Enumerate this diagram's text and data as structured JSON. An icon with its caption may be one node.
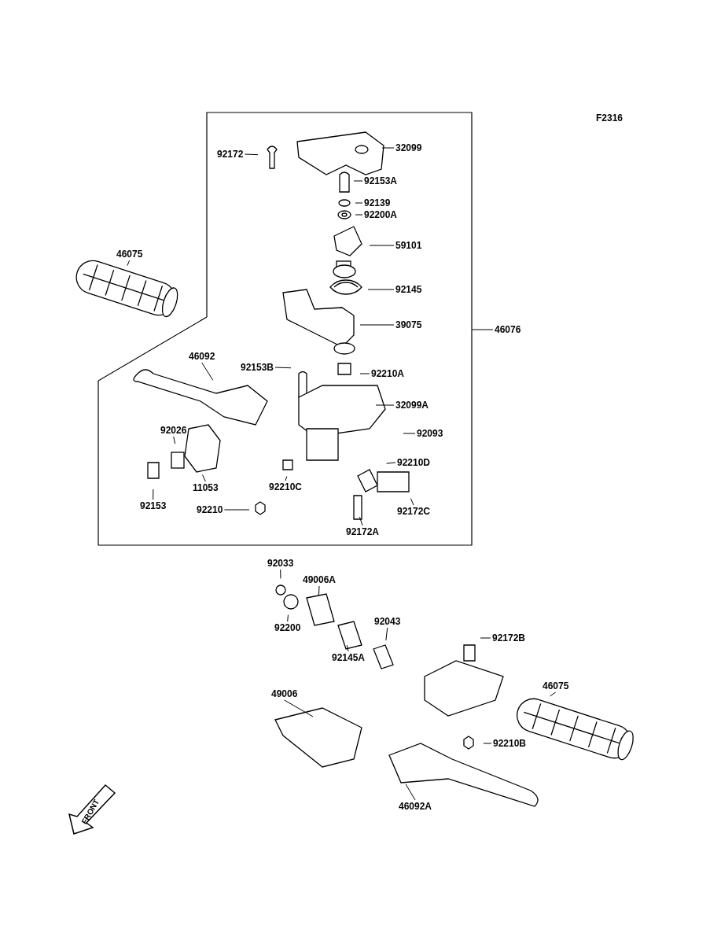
{
  "diagram": {
    "nodes": [
      {
        "text": [],
        "shape": "box"
      },
      {
        "text": [
          "92172"
        ],
        "in": 0
      },
      {
        "text": [
          "32099"
        ],
        "in": 0
      },
      {
        "text": [
          "92153A"
        ],
        "in": 0
      },
      {
        "text": [
          "92139"
        ],
        "in": 0
      },
      {
        "text": [
          "92200A"
        ],
        "in": 0
      },
      {
        "text": [
          "59101"
        ],
        "in": 0
      },
      {
        "text": [
          "92145"
        ],
        "in": 0
      },
      {
        "text": [
          "39075"
        ],
        "in": 0
      },
      {
        "text": [
          "46076"
        ]
      },
      {
        "text": [
          "46075"
        ]
      },
      {
        "text": [
          "46092"
        ],
        "in": 0
      },
      {
        "text": [
          "92153B"
        ],
        "in": 0
      },
      {
        "text": [
          "92210A"
        ],
        "in": 0
      },
      {
        "text": [
          "32099A"
        ],
        "in": 0
      },
      {
        "text": [
          "92026"
        ],
        "in": 0
      },
      {
        "text": [
          "92093"
        ],
        "in": 0
      },
      {
        "text": [
          "92210D"
        ],
        "in": 0
      },
      {
        "text": [
          "11053"
        ],
        "in": 0
      },
      {
        "text": [
          "92210C"
        ],
        "in": 0
      },
      {
        "text": [
          "92153"
        ],
        "in": 0
      },
      {
        "text": [
          "92210"
        ],
        "in": 0
      },
      {
        "text": [
          "92172C"
        ],
        "in": 0
      },
      {
        "text": [
          "92172A"
        ],
        "in": 0
      },
      {
        "text": [
          "92033"
        ]
      },
      {
        "text": [
          "49006A"
        ]
      },
      {
        "text": [
          "92200"
        ]
      },
      {
        "text": [
          "92043"
        ]
      },
      {
        "text": [
          "92145A"
        ]
      },
      {
        "text": [
          "92172B"
        ]
      },
      {
        "text": [
          "49006"
        ]
      },
      {
        "text": [
          "46075"
        ]
      },
      {
        "text": [
          "92210B"
        ]
      },
      {
        "text": [
          "46092A"
        ]
      }
    ],
    "edges": [
      {
        "from": 1,
        "to": null,
        "arrow": "none"
      },
      {
        "from": 2,
        "to": null,
        "arrow": "none"
      },
      {
        "from": 3,
        "to": null,
        "arrow": "none"
      },
      {
        "from": 4,
        "to": null,
        "arrow": "none"
      },
      {
        "from": 5,
        "to": null,
        "arrow": "none"
      },
      {
        "from": 6,
        "to": null,
        "arrow": "none"
      },
      {
        "from": 7,
        "to": null,
        "arrow": "none"
      },
      {
        "from": 8,
        "to": null,
        "arrow": "none"
      },
      {
        "from": 9,
        "to": 0,
        "arrow": "none"
      },
      {
        "from": 10,
        "to": null,
        "arrow": "none"
      },
      {
        "from": 11,
        "to": null,
        "arrow": "none"
      },
      {
        "from": 12,
        "to": null,
        "arrow": "none"
      },
      {
        "from": 13,
        "to": null,
        "arrow": "none"
      },
      {
        "from": 14,
        "to": null,
        "arrow": "none"
      },
      {
        "from": 15,
        "to": null,
        "arrow": "none"
      },
      {
        "from": 16,
        "to": null,
        "arrow": "none"
      },
      {
        "from": 17,
        "to": null,
        "arrow": "none"
      },
      {
        "from": 18,
        "to": null,
        "arrow": "none"
      },
      {
        "from": 19,
        "to": null,
        "arrow": "none"
      },
      {
        "from": 20,
        "to": null,
        "arrow": "none"
      },
      {
        "from": 21,
        "to": null,
        "arrow": "none"
      },
      {
        "from": 22,
        "to": null,
        "arrow": "none"
      },
      {
        "from": 23,
        "to": null,
        "arrow": "none"
      },
      {
        "from": 24,
        "to": null,
        "arrow": "none"
      },
      {
        "from": 25,
        "to": null,
        "arrow": "none"
      },
      {
        "from": 26,
        "to": null,
        "arrow": "none"
      },
      {
        "from": 27,
        "to": null,
        "arrow": "none"
      },
      {
        "from": 28,
        "to": null,
        "arrow": "none"
      },
      {
        "from": 29,
        "to": null,
        "arrow": "none"
      },
      {
        "from": 30,
        "to": null,
        "arrow": "none"
      },
      {
        "from": 31,
        "to": null,
        "arrow": "none"
      },
      {
        "from": 32,
        "to": null,
        "arrow": "none"
      },
      {
        "from": 33,
        "to": null,
        "arrow": "none"
      }
    ],
    "labels": [
      "F2316",
      "FRONT"
    ]
  }
}
